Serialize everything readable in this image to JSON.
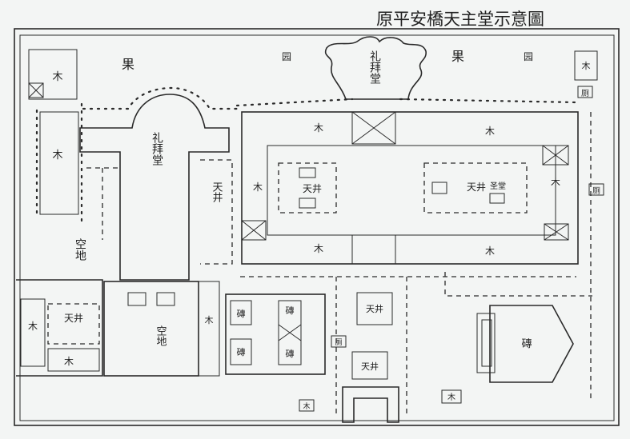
{
  "title": "原平安橋天主堂示意圖",
  "labels": {
    "guo_left": "果",
    "yuan_left": "园",
    "guo_right": "果",
    "yuan_right": "园",
    "chapel_top": "礼拜堂",
    "chapel_left": "礼拜堂",
    "mu": "木",
    "tianjing": "天井",
    "kongdi": "空地",
    "zhuan": "磚",
    "ce": "厕",
    "sheng_tang": "圣堂"
  }
}
